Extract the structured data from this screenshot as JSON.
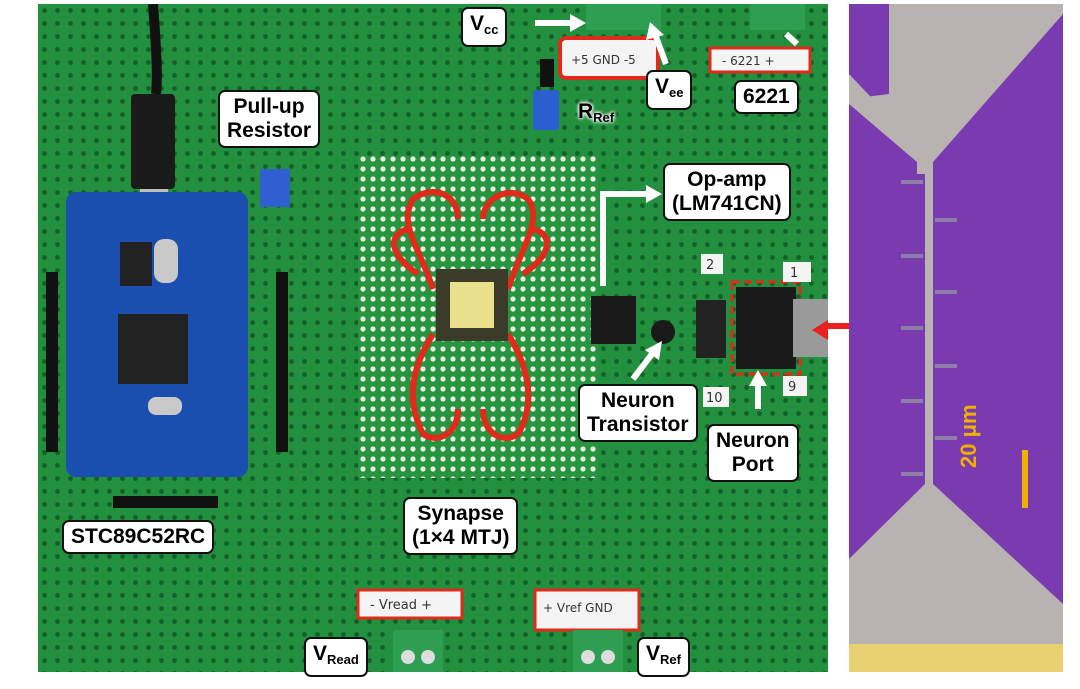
{
  "labels": {
    "vcc": {
      "main": "V",
      "sub": "cc"
    },
    "vee": {
      "main": "V",
      "sub": "ee"
    },
    "s6221": "6221",
    "rref": {
      "main": "R",
      "sub": "Ref"
    },
    "pullup": [
      "Pull-up",
      "Resistor"
    ],
    "opamp": [
      "Op-amp",
      "(LM741CN)"
    ],
    "neuron_transistor": [
      "Neuron",
      "Transistor"
    ],
    "neuron_port": [
      "Neuron",
      "Port"
    ],
    "mcu": "STC89C52RC",
    "synapse": [
      "Synapse",
      "(1×4 MTJ)"
    ],
    "vread": {
      "main": "V",
      "sub": "Read"
    },
    "vref": {
      "main": "V",
      "sub": "Ref"
    }
  },
  "handwriting": {
    "supply": "+5 GND -5",
    "s6221": "- 6221 +",
    "vread": "- Vread +",
    "vref": "+ Vref GND",
    "num2": "2",
    "num1": "1",
    "num10": "10",
    "num9": "9"
  },
  "scale": {
    "text": "20 μm"
  },
  "colors": {
    "board": "#1f8a3a",
    "wire": "#e02a1a",
    "micro_bg": "#7a3bb0",
    "scale": "#f0b000",
    "arrow": "#e82020"
  }
}
